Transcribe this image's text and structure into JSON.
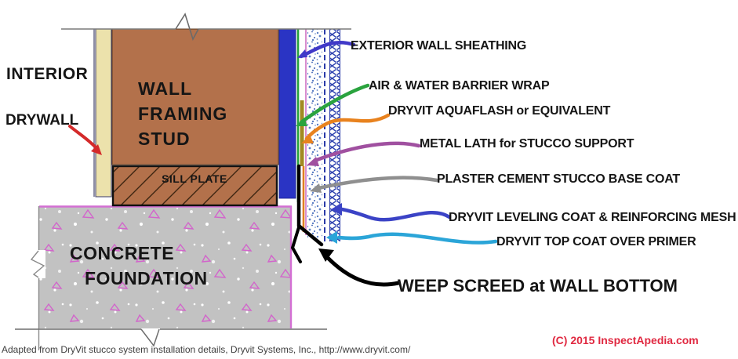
{
  "diagram_title": "Stucco wall bottom / weep screed installation detail",
  "labels": {
    "interior": "INTERIOR",
    "drywall": "DRYWALL",
    "stud_line1": "WALL",
    "stud_line2": "FRAMING",
    "stud_line3": "STUD",
    "sill_plate": "SILL PLATE",
    "foundation_line1": "CONCRETE",
    "foundation_line2": "FOUNDATION"
  },
  "callouts": [
    {
      "label": "EXTERIOR WALL SHEATHING",
      "color": "#4038c8"
    },
    {
      "label": "AIR & WATER BARRIER WRAP",
      "color": "#2aa33e"
    },
    {
      "label": "DRYVIT AQUAFLASH or EQUIVALENT",
      "color": "#e8821e"
    },
    {
      "label": "METAL LATH for STUCCO SUPPORT",
      "color": "#a050a0"
    },
    {
      "label": "PLASTER CEMENT STUCCO BASE COAT",
      "color": "#8f8f8f"
    },
    {
      "label": "DRYVIT LEVELING COAT & REINFORCING MESH",
      "color": "#3b43c6"
    },
    {
      "label": "DRYVIT TOP COAT OVER PRIMER",
      "color": "#2ba5d8"
    },
    {
      "label": "WEEP SCREED at WALL BOTTOM",
      "color": "#000000"
    }
  ],
  "drywall_arrow_color": "#d42a2a",
  "materials": {
    "stud_fill": "#b3714b",
    "drywall_fill": "#ece2ac",
    "sheathing_fill": "#2a34c4",
    "barrier_wrap_color": "#27a23d",
    "aquaflash_fill": "#a18a22",
    "flashing_line_color": "#e07e20",
    "metal_lath_color": "#cf6fc3",
    "stucco_speckle_color": "#5b7ec5",
    "mesh_color": "#3144b0",
    "foundation_fill": "#c2c2c2",
    "foundation_border": "#d36fd3",
    "line_color": "#7a7a7a"
  },
  "footer": {
    "attribution": "Adapted from DryVit stucco system installation details, Dryvit Systems, Inc.,  http://www.dryvit.com/",
    "copyright": "(C) 2015 InspectApedia.com",
    "copyright_color": "#e02840"
  }
}
